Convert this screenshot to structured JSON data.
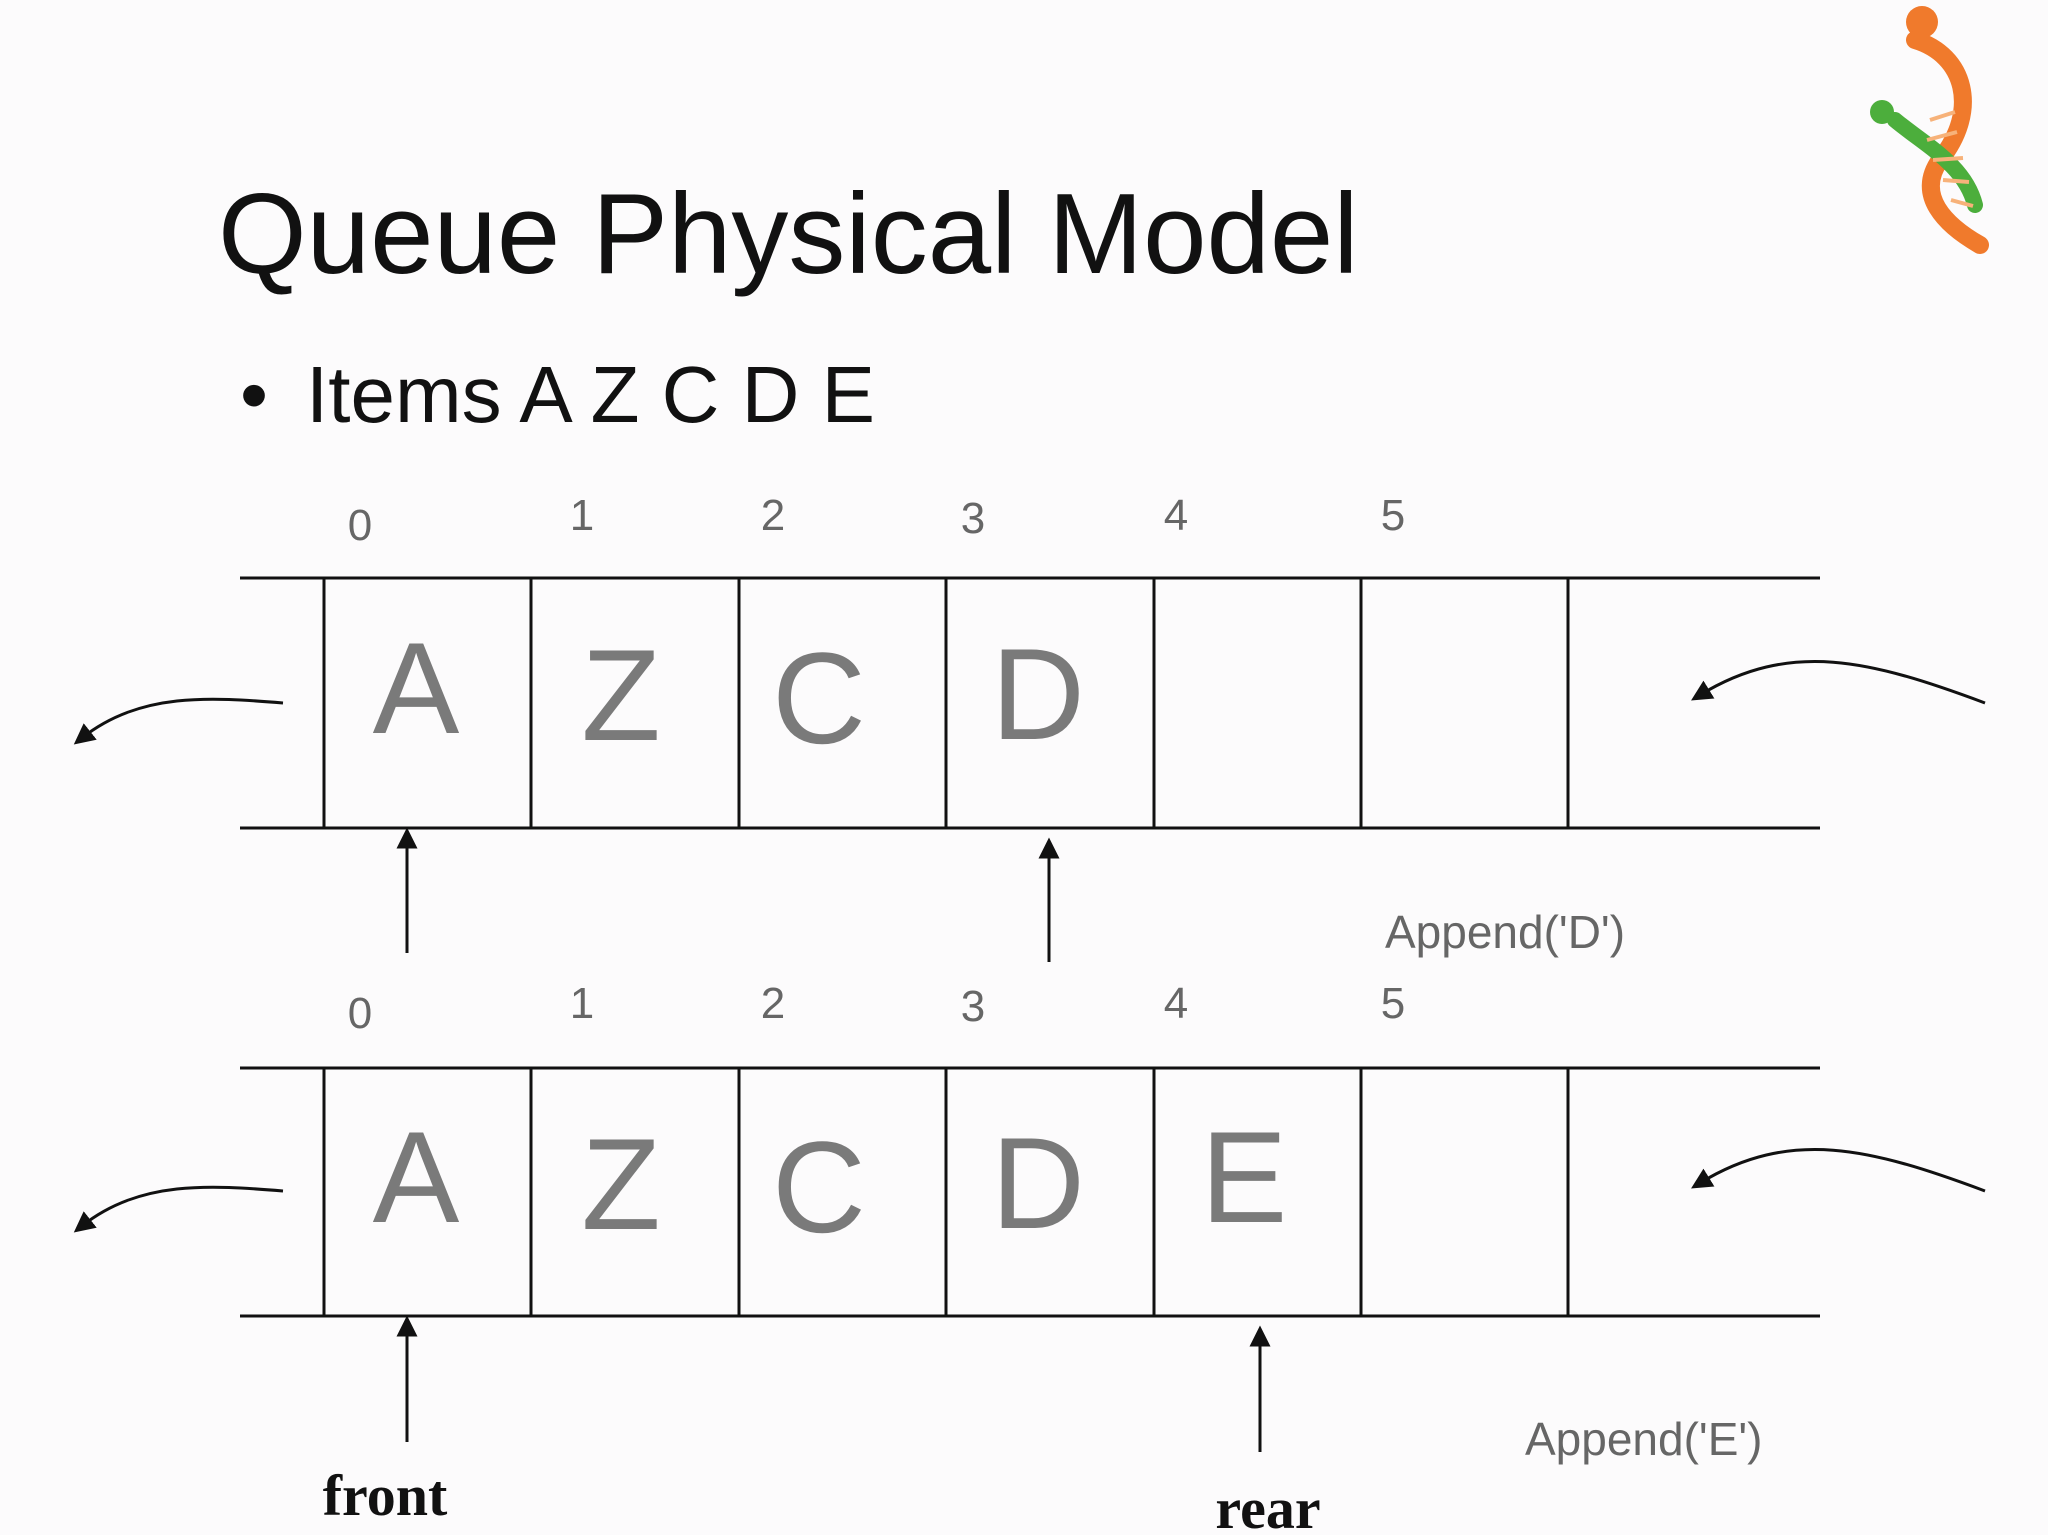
{
  "slide": {
    "title": "Queue Physical Model",
    "bullet": "Items A Z C D E"
  },
  "queues": [
    {
      "indices": [
        "0",
        "1",
        "2",
        "3",
        "4",
        "5"
      ],
      "cells": [
        "A",
        "Z",
        "C",
        "D",
        "",
        ""
      ],
      "operation": "Append('D')"
    },
    {
      "indices": [
        "0",
        "1",
        "2",
        "3",
        "4",
        "5"
      ],
      "cells": [
        "A",
        "Z",
        "C",
        "D",
        "E",
        ""
      ],
      "operation": "Append('E')"
    }
  ],
  "pointers": {
    "front": "front",
    "rear": "rear"
  },
  "colors": {
    "cell_letter": "#7a7a7a",
    "index_label": "#666666",
    "line": "#111111",
    "logo_orange": "#f07a2c",
    "logo_green": "#4cae3c"
  },
  "icons": [
    "dna-person-logo"
  ]
}
